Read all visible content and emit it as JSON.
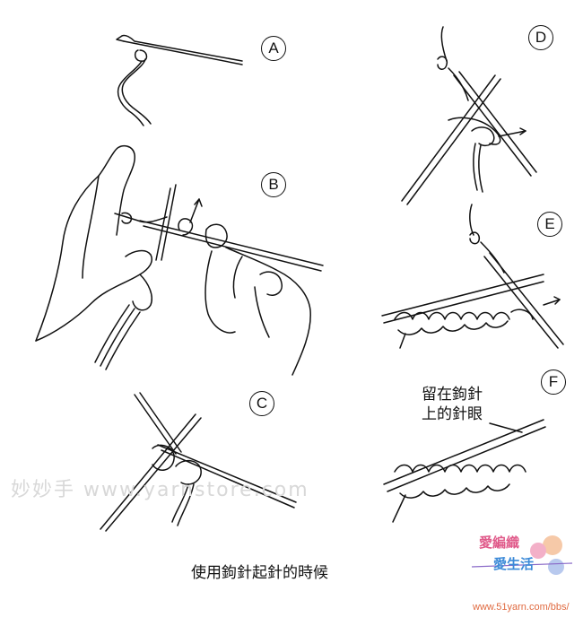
{
  "steps": [
    {
      "id": "A",
      "label": "A"
    },
    {
      "id": "B",
      "label": "B"
    },
    {
      "id": "C",
      "label": "C"
    },
    {
      "id": "D",
      "label": "D"
    },
    {
      "id": "E",
      "label": "E"
    },
    {
      "id": "F",
      "label": "F"
    }
  ],
  "annotation": {
    "line1": "留在鉤針",
    "line2": "上的針眼"
  },
  "caption": "使用鉤針起針的時候",
  "watermark": "妙妙手    www.yarnstore.com",
  "logo": {
    "line1": "愛編織",
    "line2": "愛生活"
  },
  "site_url": "www.51yarn.com/bbs/",
  "colors": {
    "line": "#111111",
    "watermark": "#d8d8d8",
    "logo_pink": "#e05a8a",
    "logo_blue": "#3c8ad8",
    "url": "#e06a40"
  }
}
